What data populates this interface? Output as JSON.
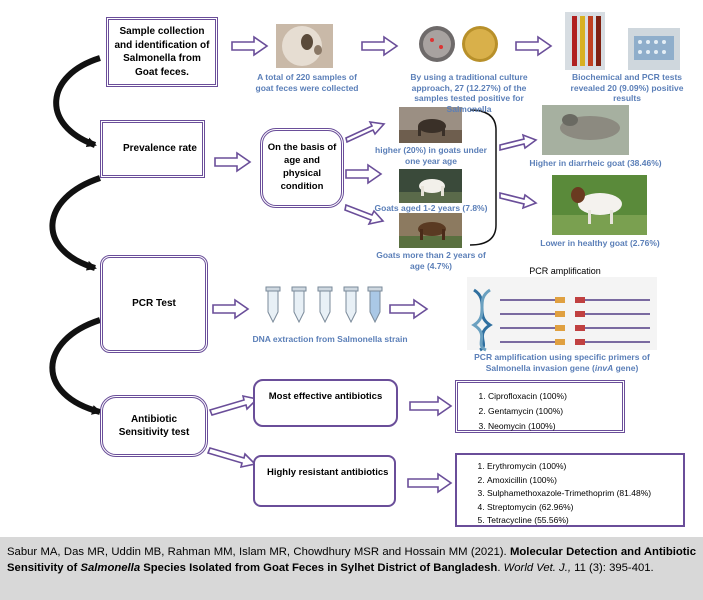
{
  "steps": {
    "sample": "Sample collection and identification of Salmonella from Goat feces.",
    "prevalence": "Prevalence rate",
    "pcr": "PCR Test",
    "antibiotic": "Antibiotic Sensitivity test"
  },
  "captions": {
    "samples": "A total of 220 samples of goat feces were collected",
    "culture": "By using a traditional culture approach, 27 (12.27%) of the samples tested positive for Salmonella",
    "biochem": "Biochemical and PCR tests revealed 20 (9.09%) positive results",
    "young": "higher (20%) in goats under one year age",
    "mid": "Goats aged 1-2 years (7.8%)",
    "old": "Goats more than 2 years of age (4.7%)",
    "diarrheic": "Higher in diarrheic goat (38.46%)",
    "healthy": "Lower in healthy goat (2.76%)",
    "dna": "DNA extraction from Salmonella strain",
    "pcr_amp_pre": "PCR amplification using specific primers of Salmonella invasion gene (",
    "pcr_amp_gene": "invA",
    "pcr_amp_post": " gene)"
  },
  "basis": "On the basis of age and physical condition",
  "pcr_amp_title": "PCR amplification",
  "effective": {
    "label": "Most effective antibiotics",
    "items": [
      "Ciprofloxacin (100%)",
      "Gentamycin (100%)",
      "Neomycin (100%)"
    ]
  },
  "resistant": {
    "label": "Highly resistant antibiotics",
    "items": [
      "Erythromycin (100%)",
      "Amoxicillin (100%)",
      "Sulphamethoxazole-Trimethoprim (81.48%)",
      "Streptomycin (62.96%)",
      "Tetracycline (55.56%)"
    ]
  },
  "citation": {
    "authors": "Sabur MA, Das MR, Uddin MB, Rahman MM, Islam MR, Chowdhury MSR and Hossain MM (2021). ",
    "title_a": "Molecular Detection and Antibiotic Sensitivity of ",
    "title_italic": "Salmonella",
    "title_b": " Species Isolated from Goat Feces in Sylhet District of Bangladesh",
    "sep": ". ",
    "journal": "World Vet. J.,",
    "volume": " 11 (3): 395-401."
  },
  "colors": {
    "box_border": "#6a4e99",
    "caption": "#5b7fb8",
    "citation_bg": "#d8d8d8"
  }
}
